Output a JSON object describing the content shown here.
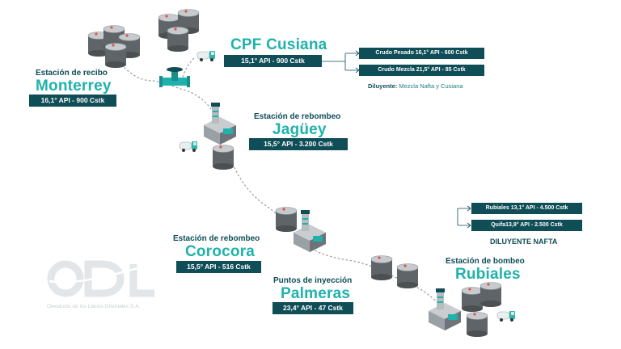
{
  "stations": {
    "monterrey": {
      "sub": "Estación de recibo",
      "name": "Monterrey",
      "spec": "16,1° API - 900 Cstk"
    },
    "cusiana": {
      "name": "CPF Cusiana",
      "spec": "15,1° API - 900 Cstk"
    },
    "jaguey": {
      "sub": "Estación de rebombeo",
      "name": "Jagüey",
      "spec": "15,5° API - 3.200 Cstk"
    },
    "corocora": {
      "sub": "Estación de rebombeo",
      "name": "Corocora",
      "spec": "15,5° API - 516 Cstk"
    },
    "palmeras": {
      "sub": "Puntos de inyección",
      "name": "Palmeras",
      "spec": "23,4° API - 47 Cstk"
    },
    "rubiales": {
      "sub": "Estación de bombeo",
      "name": "Rubiales"
    }
  },
  "cusiana_branches": [
    "Crudo Pesado 16,1° API - 600 Cstk",
    "Crudo Mezcla 21,5° API - 85 Cstk"
  ],
  "diluyente": {
    "label": "Diluyente:",
    "value": "Mezcla Nafta y Cusiana"
  },
  "rubiales_branches": [
    "Rubiales 13,1° API - 4.500 Cstk",
    "Quifa13,9° API - 2.500 Cstk"
  ],
  "diluyente_nafta": "DILUYENTE NAFTA",
  "logo": {
    "text": "ODL",
    "sub": "Oleoducto de los Llanos Orientales S.A."
  },
  "colors": {
    "dark": "#0f4d57",
    "accent": "#1fb2ac",
    "tank": "#5f6468",
    "truck": "#2fb6a8"
  },
  "icons": [
    "tank-icon",
    "valve-icon",
    "truck-icon",
    "pump-station-icon"
  ]
}
